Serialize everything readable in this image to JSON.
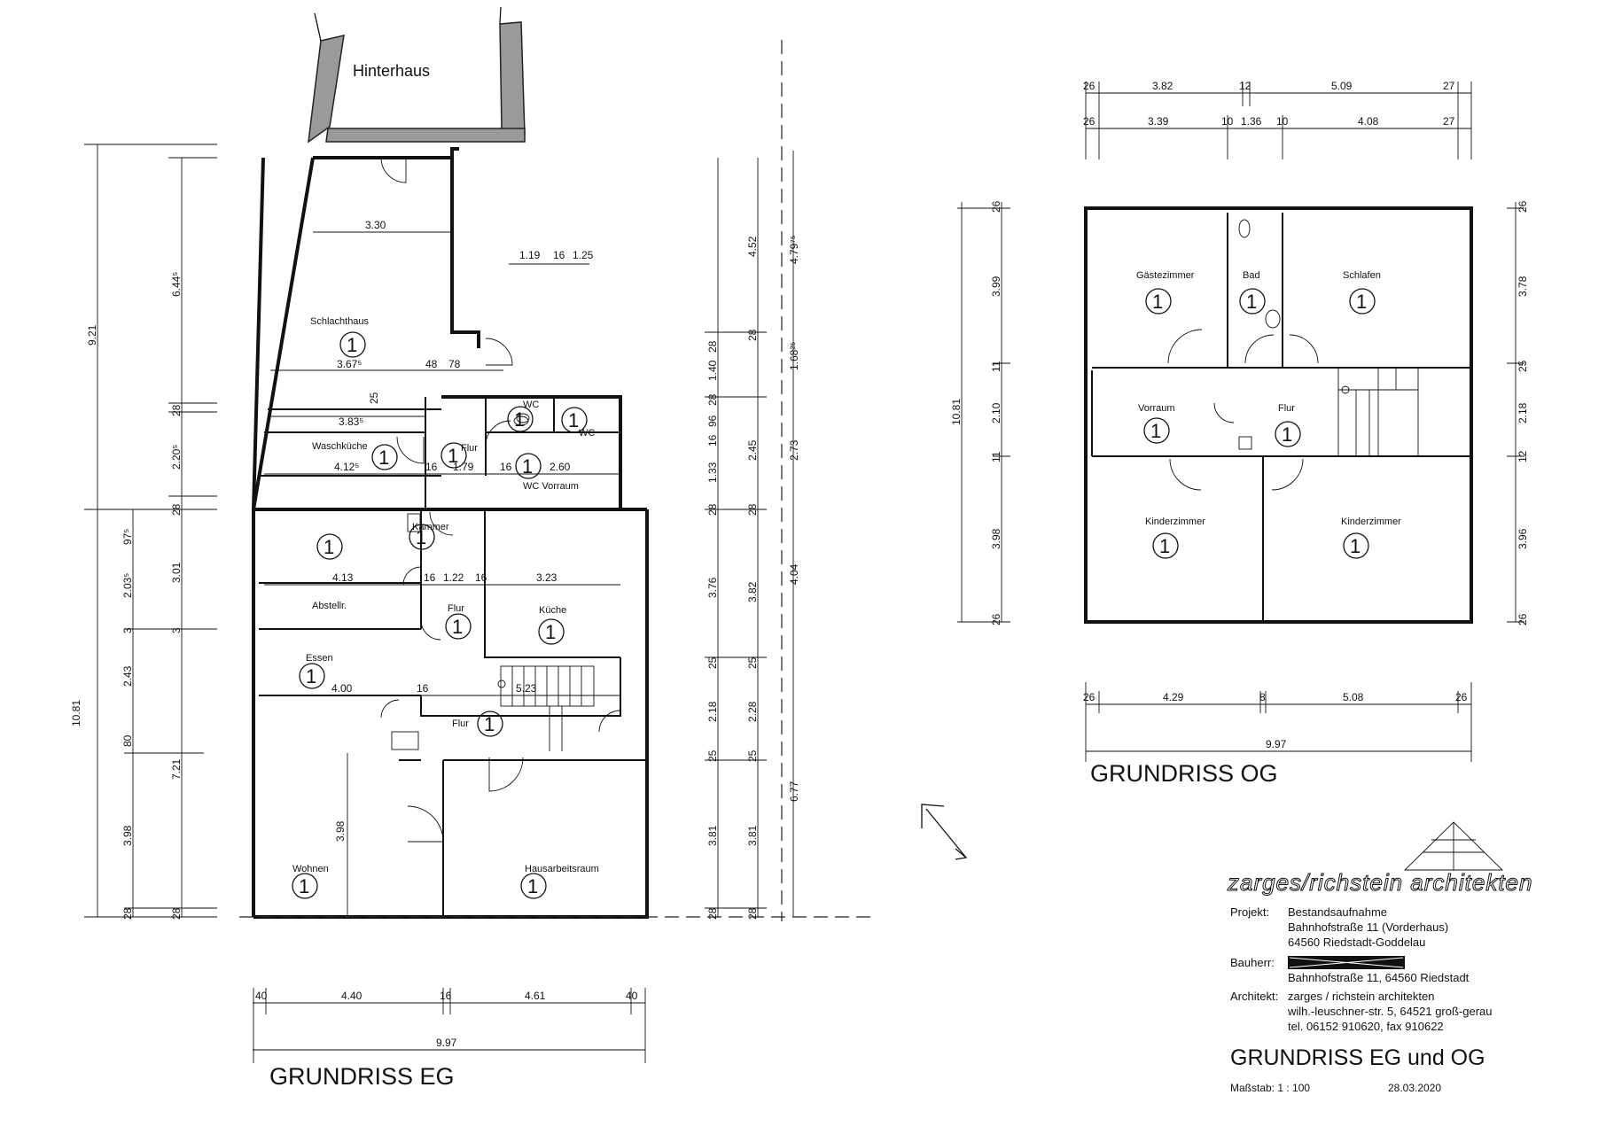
{
  "titles": {
    "eg": "GRUNDRISS  EG",
    "og": "GRUNDRISS  OG",
    "sheet": "GRUNDRISS EG und OG"
  },
  "annex_label": "Hinterhaus",
  "room_number": "1",
  "rooms_eg": [
    {
      "name": "Schlachthaus"
    },
    {
      "name": "Waschküche"
    },
    {
      "name": "Flur"
    },
    {
      "name": "WC"
    },
    {
      "name": "WC"
    },
    {
      "name": "WC Vorraum"
    },
    {
      "name": "Kammer"
    },
    {
      "name": "Abstellr."
    },
    {
      "name": "Flur"
    },
    {
      "name": "Küche"
    },
    {
      "name": "Essen"
    },
    {
      "name": "Flur"
    },
    {
      "name": "Wohnen"
    },
    {
      "name": "Hausarbeitsraum"
    }
  ],
  "rooms_og": [
    {
      "name": "Gästezimmer"
    },
    {
      "name": "Bad"
    },
    {
      "name": "Schlafen"
    },
    {
      "name": "Vorraum"
    },
    {
      "name": "Flur"
    },
    {
      "name": "Kinderzimmer"
    },
    {
      "name": "Kinderzimmer"
    }
  ],
  "dims_eg_inner": [
    "3.30",
    "3.67⁵",
    "48",
    "78",
    "3.83⁵",
    "25",
    "4.12⁵",
    "16",
    "1.79",
    "16",
    "2.60",
    "1.19",
    "16",
    "1.25",
    "4.13",
    "16",
    "1.22",
    "16",
    "3.23",
    "4.00",
    "16",
    "5.23",
    "3.98"
  ],
  "dims_eg_left_outer": [
    "9.21",
    "10.81"
  ],
  "dims_eg_left_mid": [
    "6.44⁵",
    "28",
    "2.20⁵",
    "28",
    "3.01",
    "3",
    "7.21",
    "28"
  ],
  "dims_eg_left_inner": [
    "97⁵",
    "2.03⁵",
    "3",
    "2.43",
    "80",
    "3.98",
    "28"
  ],
  "dims_eg_right_a": [
    "28",
    "1.40",
    "28",
    "96",
    "16",
    "1.33",
    "28",
    "3.76",
    "25",
    "2.18",
    "25",
    "3.81",
    "28"
  ],
  "dims_eg_right_b": [
    "4.52",
    "28",
    "2.45",
    "28",
    "3.82",
    "25",
    "2.28",
    "25",
    "3.81",
    "28"
  ],
  "dims_eg_right_c": [
    "4.79⁷⁵",
    "1.68²⁵",
    "2.73",
    "4.04",
    "6.77"
  ],
  "dims_eg_bottom": [
    "40",
    "4.40",
    "16",
    "4.61",
    "40",
    "9.97"
  ],
  "dims_og_top1": [
    "26",
    "3.82",
    "12",
    "5.09",
    "27"
  ],
  "dims_og_top2": [
    "26",
    "3.39",
    "10",
    "1.36",
    "10",
    "4.08",
    "27"
  ],
  "dims_og_left": [
    "10.81",
    "26",
    "3.99",
    "11",
    "2.10",
    "11",
    "3.98",
    "26"
  ],
  "dims_og_right": [
    "26",
    "3.78",
    "25",
    "2.18",
    "12",
    "3.96",
    "26"
  ],
  "dims_og_bottom": [
    "26",
    "4.29",
    "8",
    "5.08",
    "26",
    "9.97"
  ],
  "title_block": {
    "brand": "zarges/richstein architekten",
    "projekt_label": "Projekt:",
    "projekt_lines": [
      "Bestandsaufnahme",
      "Bahnhofstraße 11  (Vorderhaus)",
      "64560 Riedstadt-Goddelau"
    ],
    "bauherr_label": "Bauherr:",
    "bauherr_line": "Bahnhofstraße 11, 64560 Riedstadt",
    "architekt_label": "Architekt:",
    "architekt_lines": [
      "zarges / richstein architekten",
      "wilh.-leuschner-str. 5, 64521 groß-gerau",
      "tel. 06152 910620, fax 910622"
    ],
    "massstab": "Maßstab: 1 : 100",
    "date": "28.03.2020"
  }
}
